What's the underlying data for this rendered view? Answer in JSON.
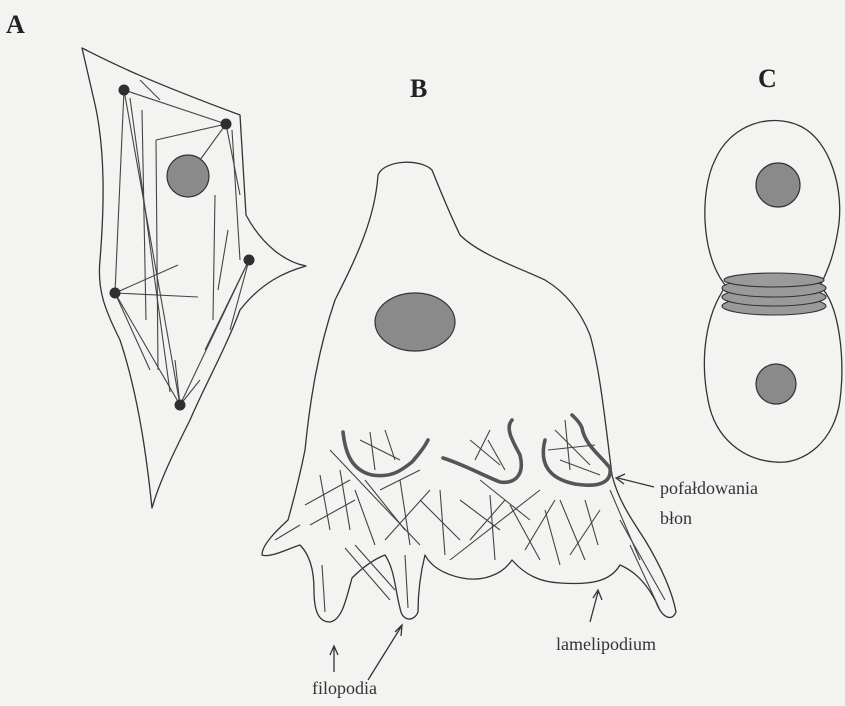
{
  "panels": {
    "a": "A",
    "b": "B",
    "c": "C"
  },
  "annotations": {
    "membrane_ruffles_line1": "pofałdowania",
    "membrane_ruffles_line2": "błon",
    "lamellipodium": "lamelipodium",
    "filopodia": "filopodia"
  },
  "colors": {
    "background": "#f3f3f1",
    "line": "#333333",
    "nucleus_fill": "#8a8a8a",
    "ruffle_stroke": "#555555"
  }
}
